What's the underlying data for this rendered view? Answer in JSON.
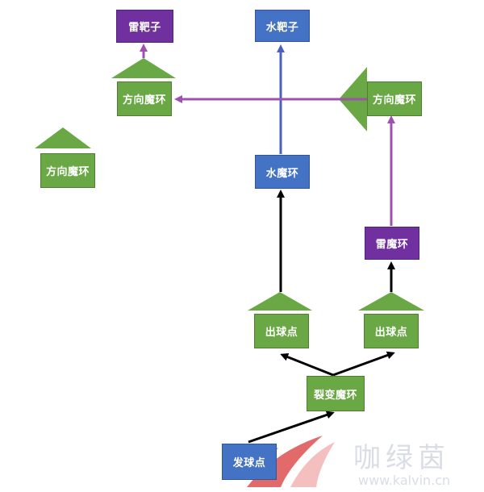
{
  "colors": {
    "green": "#6aa845",
    "blue": "#4472c4",
    "purple": "#7030a0",
    "arrow_black": "#000000",
    "arrow_blue": "#4a5fc1",
    "arrow_purple": "#a050b0",
    "watermark_red": "#e05a5a",
    "watermark_blue": "#4a7fc0",
    "watermark_text": "#d9dde6"
  },
  "nodes": {
    "thunder_target": "雷靶子",
    "water_target": "水靶子",
    "direction_ring_top_left": "方向魔环",
    "direction_ring_top_right": "方向魔环",
    "direction_ring_left": "方向魔环",
    "water_ring": "水魔环",
    "thunder_ring": "雷魔环",
    "exit_point_left": "出球点",
    "exit_point_right": "出球点",
    "fission_ring": "裂变魔环",
    "launch_point": "发球点"
  },
  "watermark": {
    "brand": "咖绿茵",
    "url": "www.kalvin.cn"
  }
}
